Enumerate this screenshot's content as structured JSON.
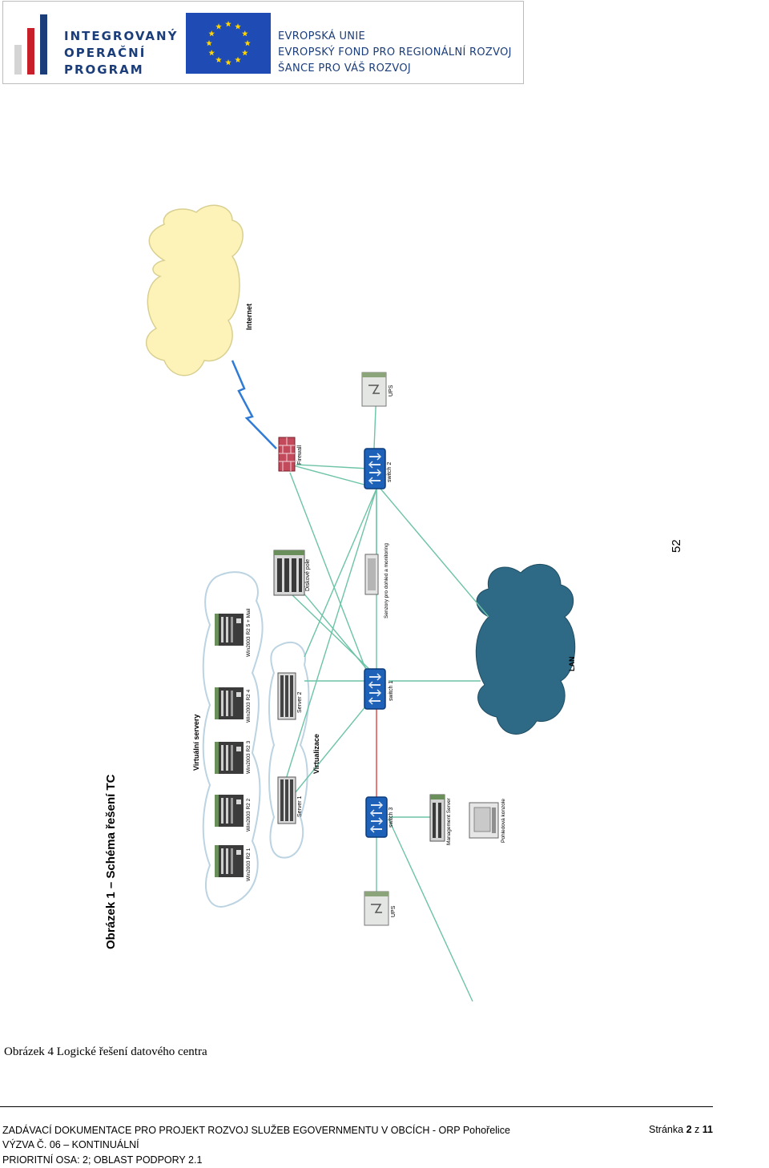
{
  "header": {
    "iop_logo": {
      "line1": "INTEGROVANÝ",
      "line2": "OPERAČNÍ",
      "line3": "PROGRAM"
    },
    "eu_text": {
      "line1": "EVROPSKÁ UNIE",
      "line2": "EVROPSKÝ FOND PRO REGIONÁLNÍ ROZVOJ",
      "line3": "ŠANCE PRO VÁŠ ROZVOJ"
    },
    "colors": {
      "brand_blue": "#1b3d7a",
      "iop_red": "#c8202a",
      "eu_blue": "#1f4bb4",
      "eu_yellow": "#ffd400"
    }
  },
  "page_number_rotated": "52",
  "diagram": {
    "title": "Obrázek 1 – Schéma řešení TC",
    "labels": {
      "internet": "Internet",
      "firewall": "Firewall",
      "ups_top": "UPS",
      "switch2": "switch 2",
      "disk_array": "Diskové pole",
      "monitoring": "Senzory pro dohled a monitoring",
      "lan": "LAN",
      "switch1": "switch 1",
      "switch3": "switch 3",
      "virtual_servers": "Virtuální servery",
      "virtualization": "Virtualizace",
      "vm1": "Win2003 R2 1",
      "vm2": "Win2003 R2 2",
      "vm3": "Win2003 R2 3",
      "vm4": "Win2003 R2 4",
      "vm5": "Win2003 R2 5 + Mail",
      "server1": "Server 1",
      "server2": "Server 2",
      "mgmt_server": "Management Server",
      "admin_console": "Pohledová konzole",
      "ups_bottom": "UPS"
    },
    "colors": {
      "cloud_yellow": "#fdf3b8",
      "lan_blue": "#2e6a86",
      "link_green": "#6cc3a6",
      "switch_blue": "#1d62b8",
      "firewall_red": "#c24a5a",
      "red_link": "#e04040"
    }
  },
  "caption": "Obrázek 4 Logické řešení datového centra",
  "footer": {
    "line1": "ZADÁVACÍ DOKUMENTACE PRO PROJEKT  ROZVOJ SLUŽEB EGOVERNMENTU V OBCÍCH - ORP Pohořelice",
    "line2": "VÝZVA Č. 06 – KONTINUÁLNÍ",
    "line3": "PRIORITNÍ OSA: 2; OBLAST PODPORY 2.1",
    "page_prefix": "Stránka",
    "page_current": "2",
    "page_sep": "z",
    "page_total": "11"
  }
}
